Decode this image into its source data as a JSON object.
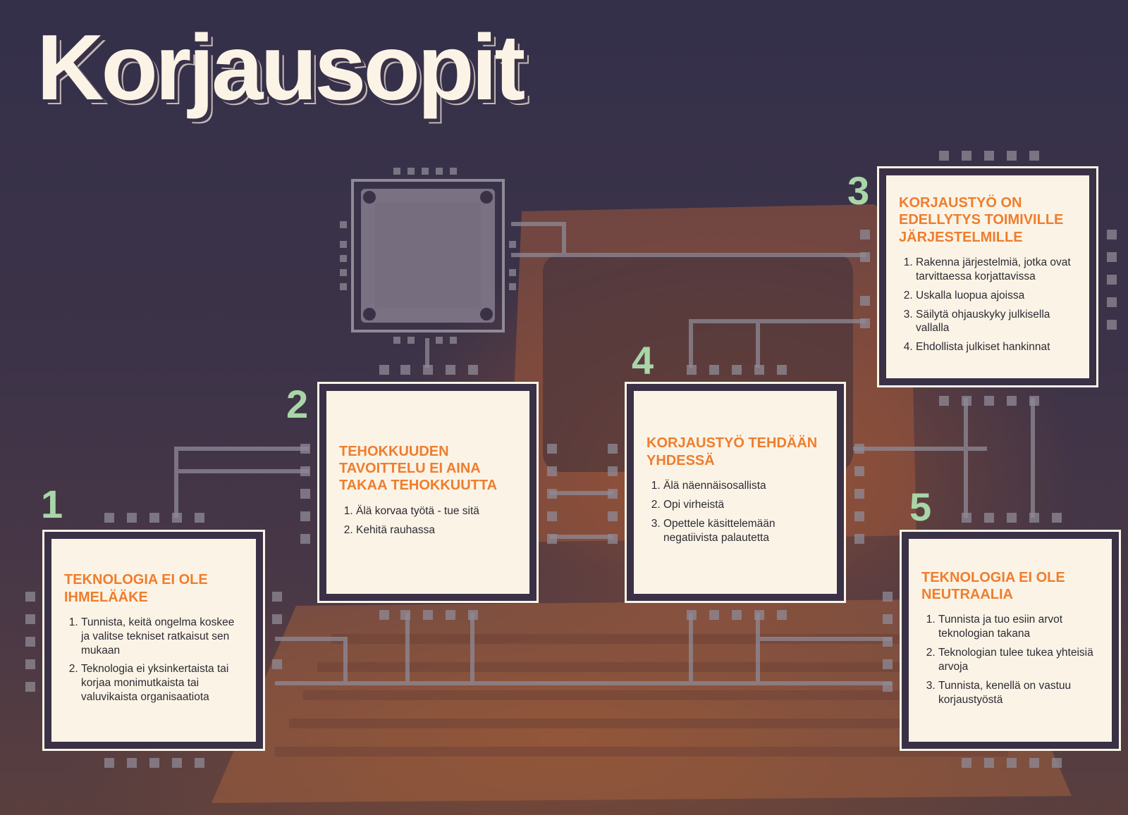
{
  "title": "Korjausopit",
  "colors": {
    "accent_orange": "#ef7d2e",
    "number_green": "#a9d6a8",
    "card_bg": "#fbf4e6",
    "background": "#3a3147",
    "circuit_gray": "#8f8a96"
  },
  "icons": [
    "processor-chip-icon",
    "retro-computer-illustration"
  ],
  "steps": [
    {
      "number": "1",
      "heading": "TEKNOLOGIA EI OLE IHMELÄÄKE",
      "items": [
        "Tunnista, keitä ongelma koskee ja valitse tekniset ratkaisut sen mukaan",
        "Teknologia ei yksinkertaista tai korjaa monimutkaista tai valuvikaista organisaatiota"
      ]
    },
    {
      "number": "2",
      "heading": "TEHOKKUUDEN TAVOITTELU EI AINA TAKAA TEHOKKUUTTA",
      "items": [
        "Älä korvaa työtä - tue sitä",
        "Kehitä rauhassa"
      ]
    },
    {
      "number": "3",
      "heading": "KORJAUSTYÖ ON EDELLYTYS TOIMIVILLE JÄRJESTELMILLE",
      "items": [
        "Rakenna järjestelmiä, jotka ovat tarvittaessa korjattavissa",
        "Uskalla luopua ajoissa",
        "Säilytä ohjauskyky julkisella vallalla",
        "Ehdollista julkiset hankinnat"
      ]
    },
    {
      "number": "4",
      "heading": "KORJAUSTYÖ TEHDÄÄN YHDESSÄ",
      "items": [
        "Älä näennäisosallista",
        "Opi virheistä",
        "Opettele käsittelemään negatiivista palautetta"
      ]
    },
    {
      "number": "5",
      "heading": "TEKNOLOGIA EI OLE NEUTRAALIA",
      "items": [
        "Tunnista ja tuo esiin arvot teknologian takana",
        "Teknologian tulee tukea yhteisiä arvoja",
        "Tunnista, kenellä on vastuu korjaustyöstä"
      ]
    }
  ]
}
